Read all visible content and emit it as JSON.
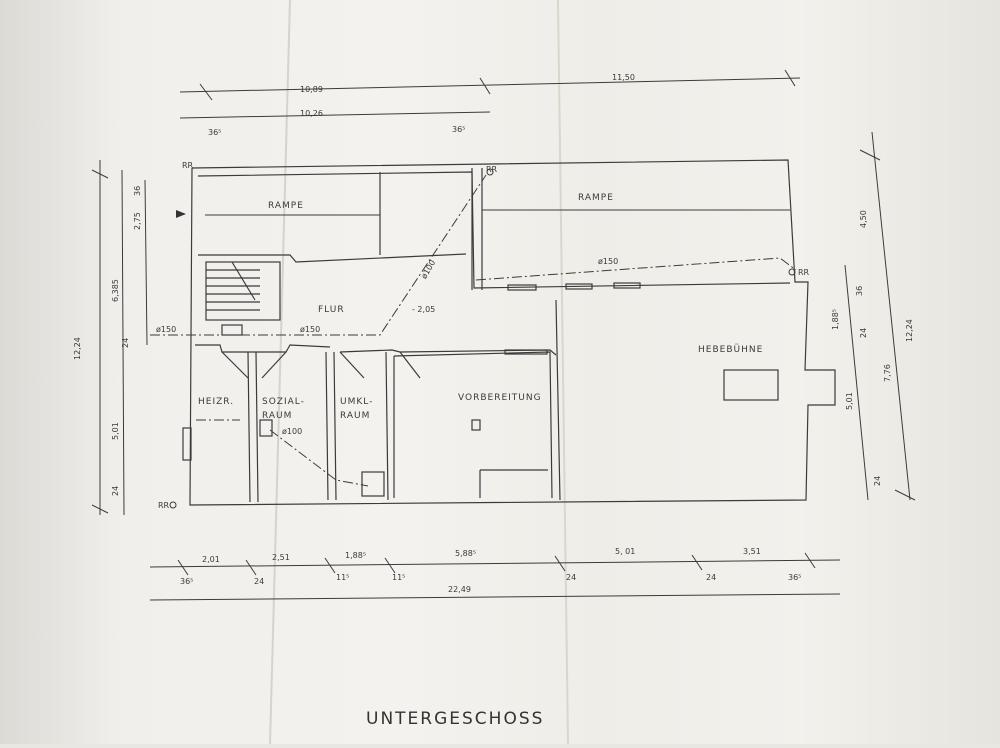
{
  "title": "UNTERGESCHOSS",
  "rooms": {
    "rampe_left": "RAMPE",
    "rampe_right": "RAMPE",
    "flur": "FLUR",
    "heizr": "HEIZR.",
    "sozial": "SOZIAL-",
    "sozial_raum": "RAUM",
    "umkl": "UMKL-",
    "umkl_raum": "RAUM",
    "vorbereitung": "VORBEREITUNG",
    "hebebuehne": "HEBEBÜHNE"
  },
  "annotations": {
    "rr1": "RR",
    "rr2": "RR",
    "rr3": "RR",
    "rr4": "RR",
    "pipe150_a": "ø150",
    "pipe150_b": "ø150",
    "pipe150_c": "ø150",
    "pipe100_a": "ø100",
    "pipe100_b": "ø100",
    "level": "- 2,05"
  },
  "dims_top": {
    "d1089": "10,89",
    "d1026": "10,26",
    "d1150": "11,50",
    "d365a": "36⁵",
    "d365b": "36⁵"
  },
  "dims_bottom": {
    "d201": "2,01",
    "d251": "2,51",
    "d1885": "1,88⁵",
    "d5885": "5,88⁵",
    "d501": "5, 01",
    "d351": "3,51",
    "d365a": "36⁵",
    "d24a": "24",
    "d115a": "11⁵",
    "d115b": "11⁵",
    "d24b": "24",
    "d24c": "24",
    "d365b": "36⁵",
    "total": "22,49"
  },
  "dims_left": {
    "d1224": "12,24",
    "d6385": "6,385",
    "d501": "5,01",
    "d275": "2,75",
    "d36": "36",
    "d24a": "24",
    "d24b": "24"
  },
  "dims_right": {
    "d1224": "12,24",
    "d776": "7,76",
    "d450": "4,50",
    "d36": "36",
    "d1885": "1,88⁵",
    "d24a": "24",
    "d501": "5,01",
    "d24b": "24"
  }
}
